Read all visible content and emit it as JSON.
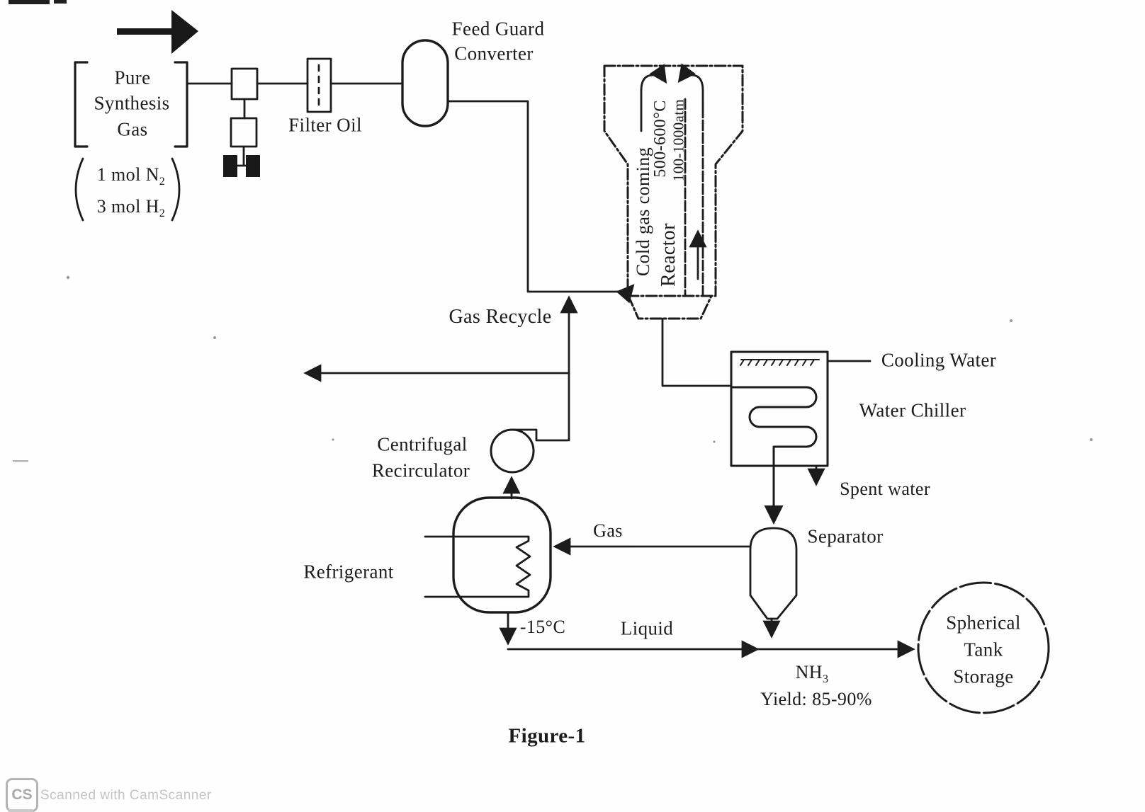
{
  "feed": {
    "stream": [
      "Pure",
      "Synthesis",
      "Gas"
    ],
    "composition": [
      {
        "base": "1 mol N",
        "sub": "2"
      },
      {
        "base": "3 mol H",
        "sub": "2"
      }
    ]
  },
  "equipment": {
    "filter": "Filter Oil",
    "converter": [
      "Feed Guard",
      "Converter"
    ],
    "reactor": {
      "flow_note": "Cold gas coming",
      "temperature": "500-600°C",
      "pressure": "100-1000atm",
      "name": "Reactor"
    },
    "recirculator": [
      "Centrifugal",
      "Recirculator"
    ],
    "chiller": {
      "cooling_water": "Cooling Water",
      "name": "Water Chiller",
      "spent_water": "Spent water"
    },
    "separator": "Separator",
    "refrigerant_exchanger": {
      "refrigerant": "Refrigerant",
      "temperature": "-15°C"
    },
    "tank": [
      "Spherical",
      "Tank",
      "Storage"
    ]
  },
  "streams": {
    "gas_recycle": "Gas Recycle",
    "gas": "Gas",
    "liquid": "Liquid",
    "product": {
      "formula_base": "NH",
      "formula_sub": "3",
      "yield": "Yield: 85-90%"
    }
  },
  "caption": "Figure-1",
  "footer": {
    "logo": "CS",
    "text": "Scanned with CamScanner"
  },
  "colors": {
    "ink": "#1c1c1c",
    "camscanner_gray": "#c4c4c4"
  }
}
